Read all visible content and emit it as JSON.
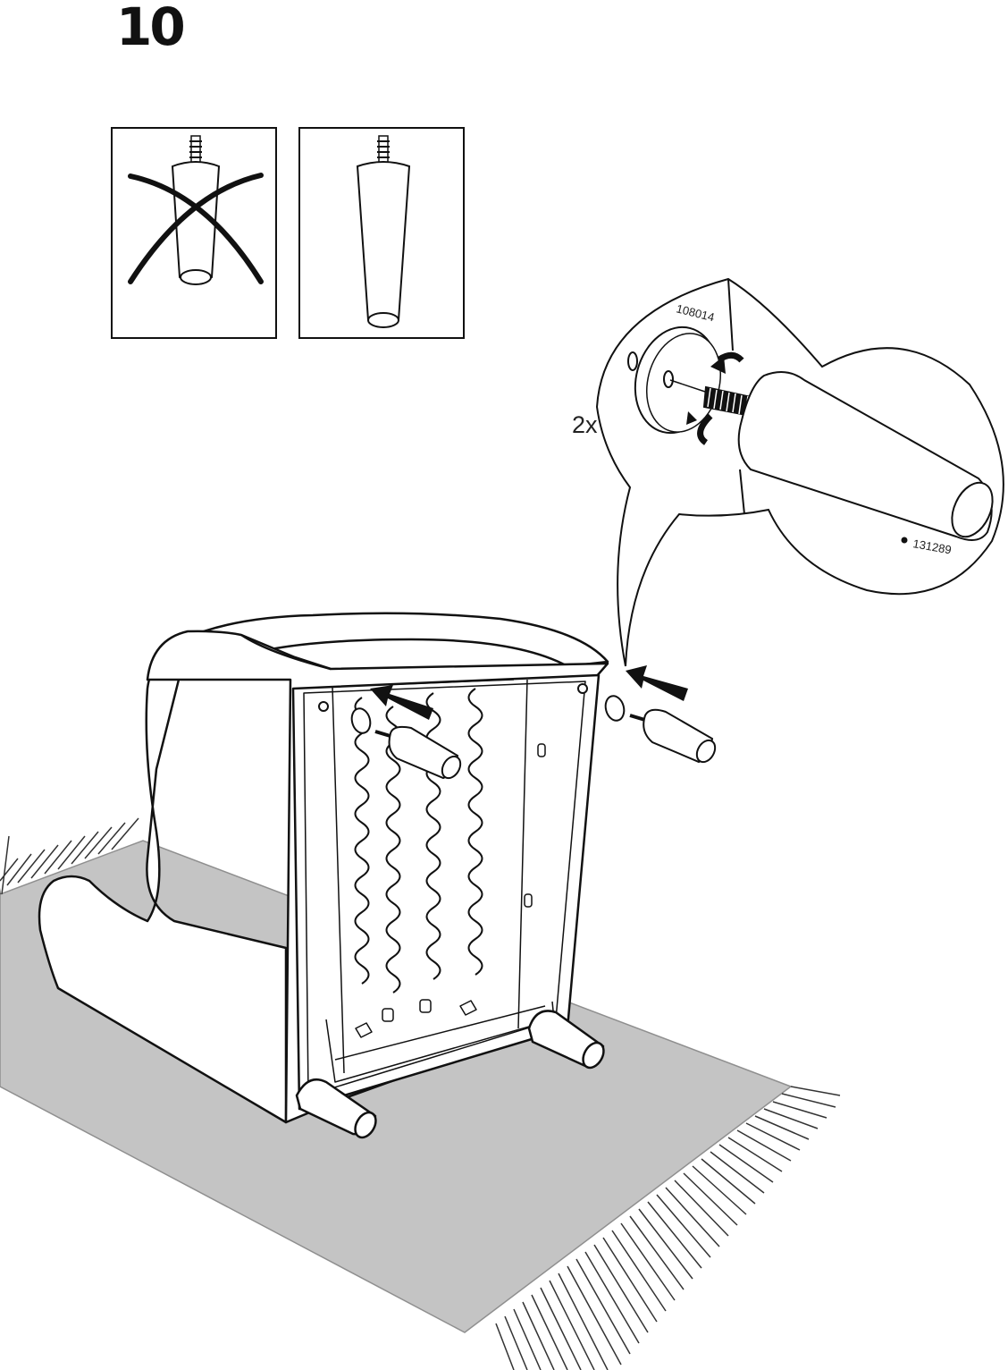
{
  "step": {
    "number": "10"
  },
  "detail": {
    "quantity": "2x",
    "washer_part": "108014",
    "leg_part": "131289"
  },
  "colors": {
    "line": "#111111",
    "rug": "#c4c4c4",
    "rug_edge": "#8f8f8f",
    "background": "#ffffff"
  }
}
